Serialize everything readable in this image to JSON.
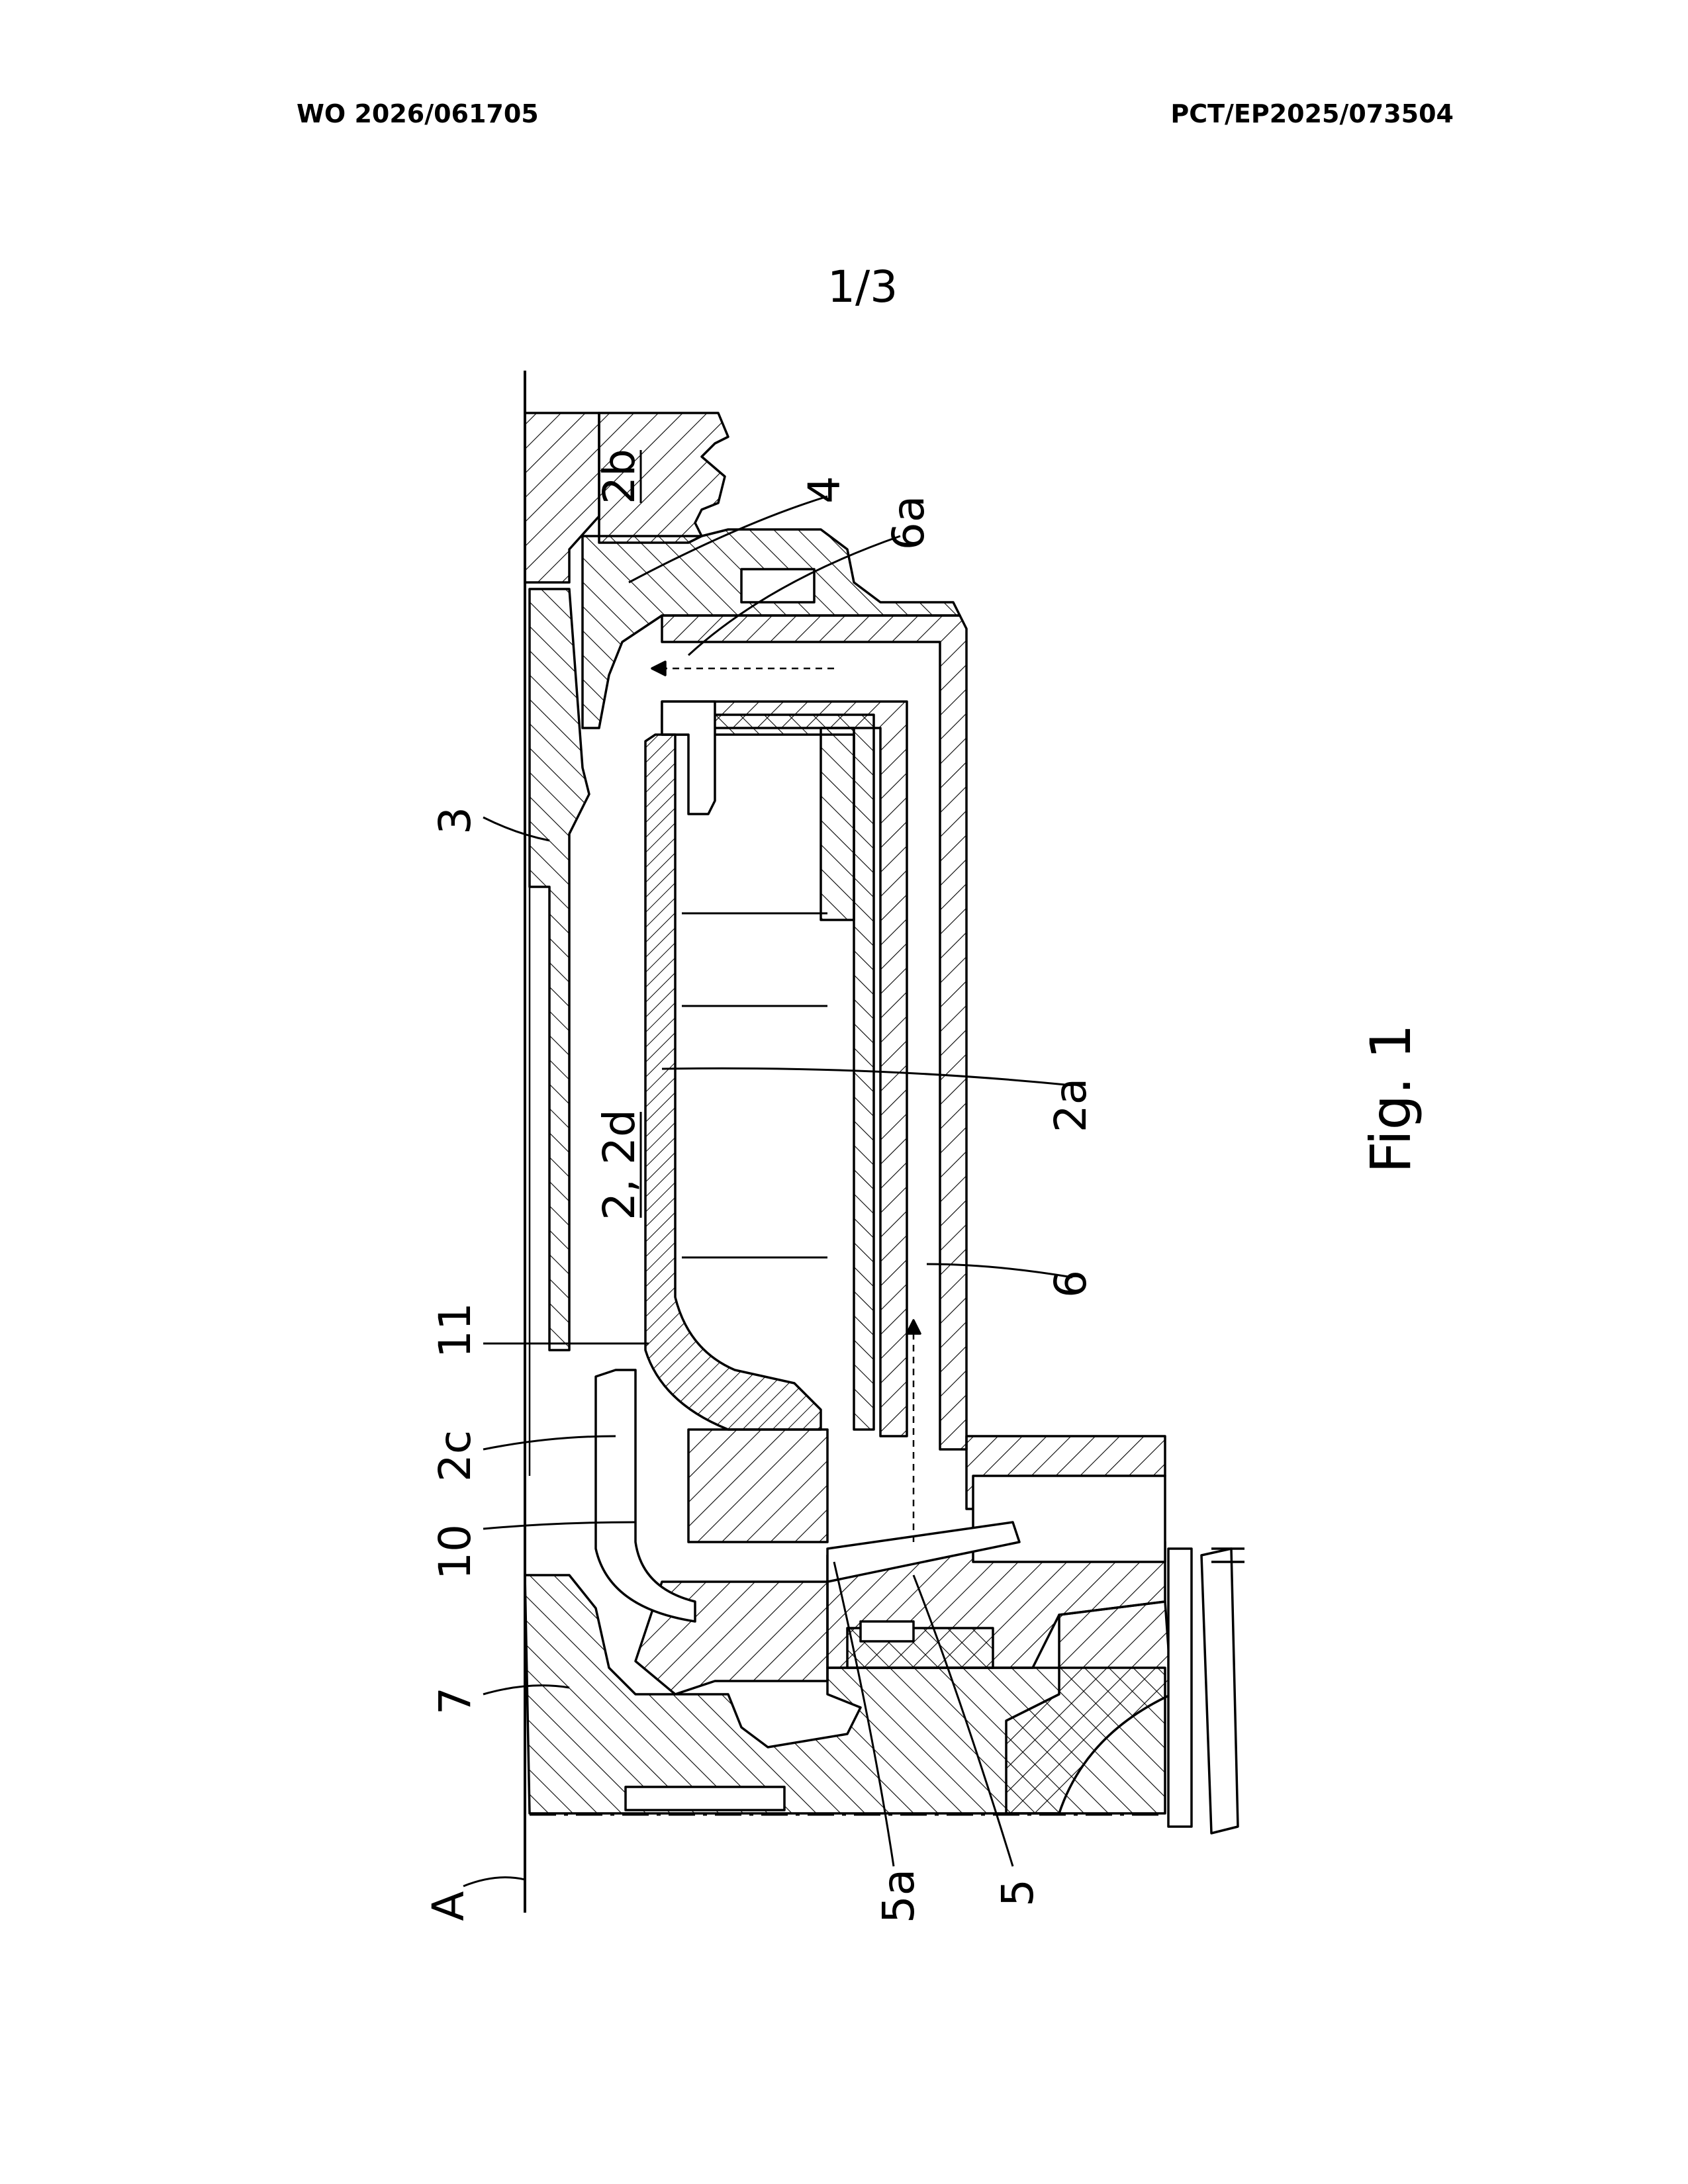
{
  "header": {
    "publication_number": "WO 2026/061705",
    "application_number": "PCT/EP2025/073504"
  },
  "sheet": {
    "number": "1/3"
  },
  "figure": {
    "caption": "Fig. 1",
    "reference_labels": {
      "r_2b": "2b",
      "r_4": "4",
      "r_6a": "6a",
      "r_3": "3",
      "r_2a": "2a",
      "r_2_2d": "2, 2d",
      "r_6": "6",
      "r_11": "11",
      "r_2c": "2c",
      "r_10": "10",
      "r_7": "7",
      "r_5a": "5a",
      "r_5": "5",
      "r_A": "A"
    },
    "underlined_labels": [
      "2b",
      "2, 2d"
    ]
  }
}
